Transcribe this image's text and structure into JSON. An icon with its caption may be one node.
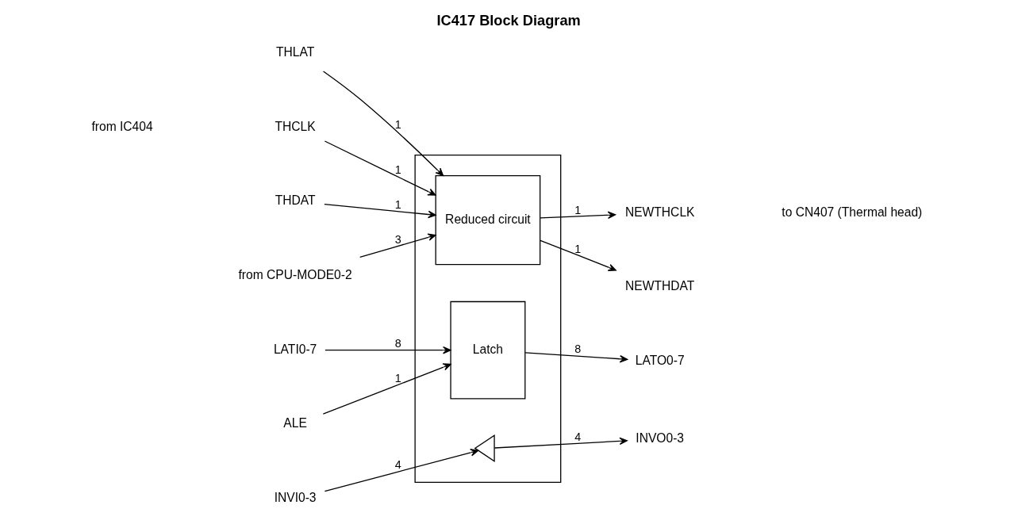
{
  "diagram": {
    "title": "IC417 Block Diagram",
    "nodes": [
      {
        "text": [
          "THLAT"
        ]
      },
      {
        "text": [
          "THCLK"
        ]
      },
      {
        "text": [
          "THDAT"
        ]
      },
      {
        "text": [
          "from CPU-MODE0-2"
        ]
      },
      {
        "text": [],
        "shape": "box"
      },
      {
        "text": [
          "Reduced circuit"
        ],
        "in": 4
      },
      {
        "text": [
          "NEWTHCLK"
        ]
      },
      {
        "text": [
          "NEWTHDAT"
        ]
      },
      {
        "text": [
          "LATI0-7"
        ]
      },
      {
        "text": [
          "Latch"
        ],
        "in": 4
      },
      {
        "text": [
          "LATO0-7"
        ]
      },
      {
        "text": [
          "ALE"
        ]
      },
      {
        "text": [
          "INVI0-3"
        ]
      },
      {
        "text": [],
        "shape": "triangle",
        "in": 4
      },
      {
        "text": [
          "INVO0-3"
        ]
      }
    ],
    "edges": [
      {
        "from": 0,
        "to": 5,
        "arrow": "to",
        "label": "1"
      },
      {
        "from": 1,
        "to": 5,
        "arrow": "to",
        "label": "1"
      },
      {
        "from": 2,
        "to": 5,
        "arrow": "to",
        "label": "1"
      },
      {
        "from": 3,
        "to": 5,
        "arrow": "to",
        "label": "3"
      },
      {
        "from": 5,
        "to": 6,
        "arrow": "to",
        "label": "1"
      },
      {
        "from": 5,
        "to": 7,
        "arrow": "to",
        "label": "1"
      },
      {
        "from": 8,
        "to": 9,
        "arrow": "to",
        "label": "8"
      },
      {
        "from": 9,
        "to": 10,
        "arrow": "to",
        "label": "8"
      },
      {
        "from": 11,
        "to": 9,
        "arrow": "to",
        "label": "1"
      },
      {
        "from": 12,
        "to": 13,
        "arrow": "to",
        "label": "4"
      },
      {
        "from": 13,
        "to": 14,
        "arrow": "to",
        "label": "4"
      }
    ],
    "labels": [
      "from IC404",
      "to CN407 (Thermal head)"
    ]
  }
}
